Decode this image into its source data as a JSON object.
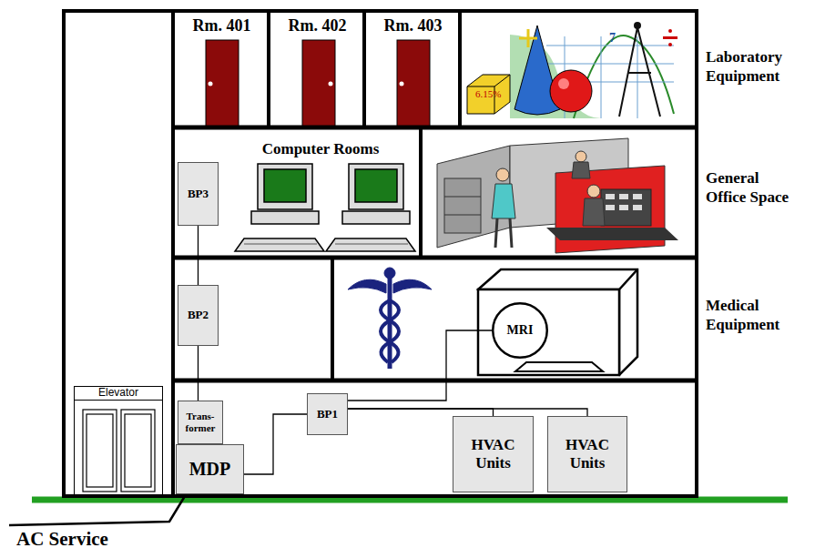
{
  "diagram": {
    "nodes": [
      {
        "text": [
          "Rm. 401"
        ]
      },
      {
        "text": [
          "Rm. 402"
        ]
      },
      {
        "text": [
          "Rm. 403"
        ]
      },
      {
        "text": [
          "Computer Rooms"
        ]
      },
      {
        "text": [
          "BP3"
        ],
        "in": 3
      },
      {
        "text": [
          "BP2"
        ]
      },
      {
        "text": [
          "MRI"
        ]
      },
      {
        "text": [
          "Elevator"
        ]
      },
      {
        "text": [
          "Trans- former"
        ]
      },
      {
        "text": [
          "BP1"
        ]
      },
      {
        "text": [
          "MDP"
        ]
      },
      {
        "text": [
          "HVAC Units"
        ]
      },
      {
        "text": [
          "HVAC Units"
        ]
      }
    ],
    "edges": [
      {
        "from": 10,
        "to": 8,
        "arrow": "none"
      },
      {
        "from": 8,
        "to": 5,
        "arrow": "none"
      },
      {
        "from": 5,
        "to": 4,
        "arrow": "none"
      },
      {
        "from": 10,
        "to": 9,
        "arrow": "none"
      },
      {
        "from": 9,
        "to": 6,
        "arrow": "none"
      },
      {
        "from": 9,
        "to": 11,
        "arrow": "none"
      },
      {
        "from": 9,
        "to": 12,
        "arrow": "none"
      }
    ],
    "labels": [
      "Laboratory Equipment",
      "General Office Space",
      "Medical Equipment",
      "AC Service",
      "6.15%",
      "7"
    ]
  }
}
